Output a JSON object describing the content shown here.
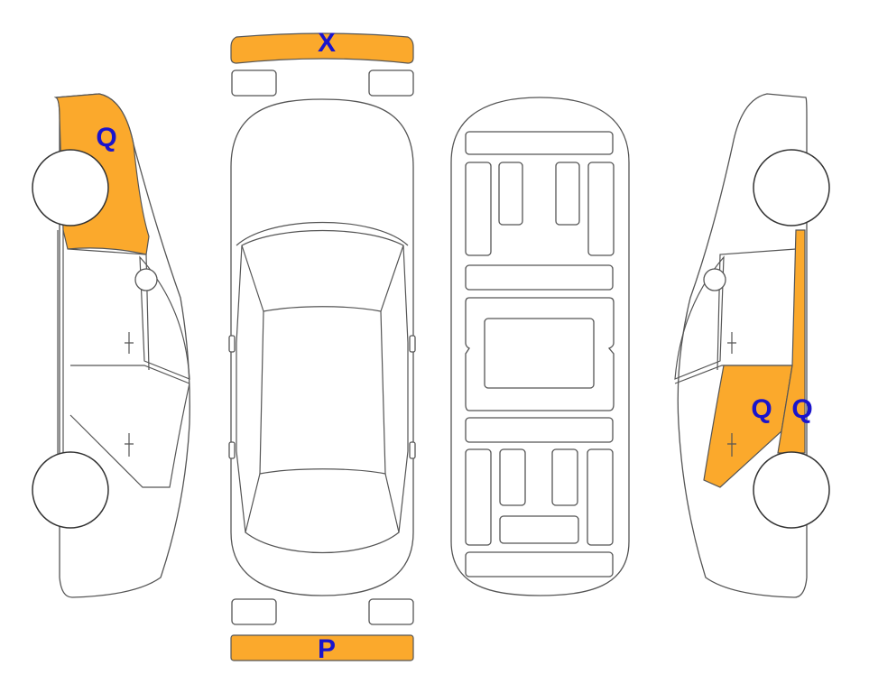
{
  "colors": {
    "damage_fill": "#FBA92C",
    "code_text": "#1A14CC",
    "outline": "#555555"
  },
  "views": {
    "front_bumper": {
      "code": "X"
    },
    "rear_bumper": {
      "code": "P"
    },
    "left_side": {
      "codes": [
        "Q"
      ]
    },
    "right_side": {
      "codes": [
        "Q",
        "Q"
      ]
    }
  }
}
